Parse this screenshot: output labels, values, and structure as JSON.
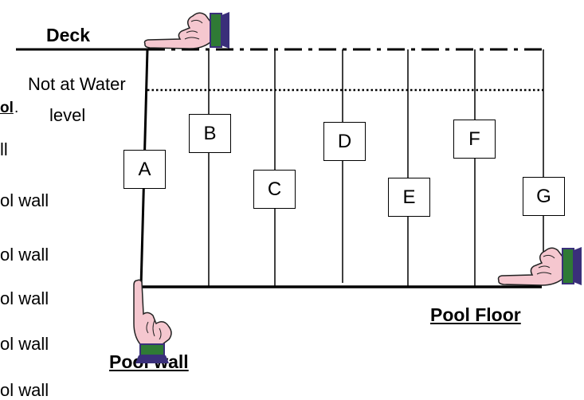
{
  "labels": {
    "deck": "Deck",
    "not_at_water_level_line1": "Not at Water",
    "not_at_water_level_line2": "level",
    "pool_floor": "Pool Floor",
    "pool_wall": "Pool wall"
  },
  "left_fragments": {
    "bold_fragment": "ol",
    "period": ".",
    "items": [
      "ll",
      "ol wall",
      "ol wall",
      "ol wall",
      "ol wall",
      "ol wall"
    ]
  },
  "markers": [
    "A",
    "B",
    "C",
    "D",
    "E",
    "F",
    "G"
  ],
  "icons": [
    "pointing-hand-icon"
  ],
  "colors": {
    "skin": "#f5c7cf",
    "cuff": "#2f7a35",
    "cuff_edge": "#3a2f7a",
    "outline": "#222222"
  }
}
